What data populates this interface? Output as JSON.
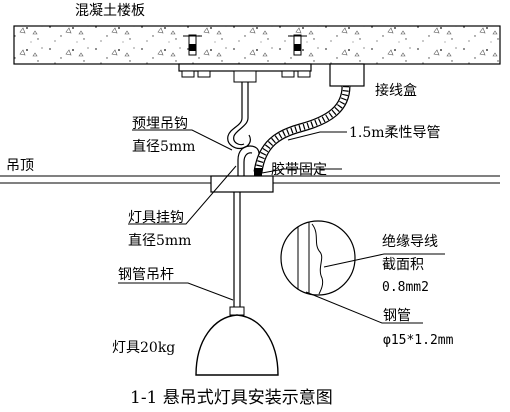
{
  "labels": {
    "slab": "混凝土楼板",
    "junction_box": "接线盒",
    "pre_embedded_hook": "预埋吊钩",
    "hook_diameter": "直径5mm",
    "flexible_conduit": "1.5m柔性导管",
    "ceiling": "吊顶",
    "tape_fixing": "胶带固定",
    "fixture_hook": "灯具挂钩",
    "fixture_hook_diameter": "直径5mm",
    "insulated_wire": "绝缘导线",
    "cross_section": "截面积",
    "cross_section_value": "0.8mm2",
    "steel_rod": "钢管吊杆",
    "steel_pipe": "钢管",
    "steel_pipe_spec": "φ15*1.2mm",
    "fixture_weight": "灯具20kg"
  },
  "caption": "1-1 悬吊式灯具安装示意图"
}
